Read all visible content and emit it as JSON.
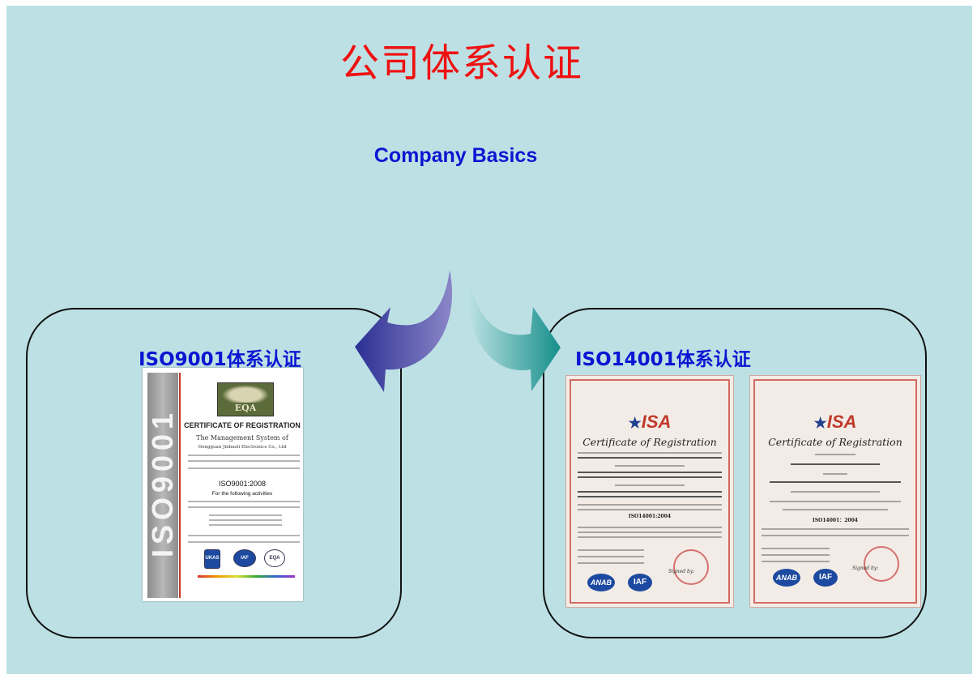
{
  "page": {
    "title": "公司体系认证",
    "subtitle": "Company Basics"
  },
  "panels": {
    "left_label": "ISO9001体系认证",
    "right_label": "ISO14001体系认证"
  },
  "iso9001_certificate": {
    "band_text": "ISO9001",
    "logo_text": "EQA",
    "heading": "CERTIFICATE OF REGISTRATION",
    "management_line": "The Management System of",
    "company": "Dongguan Jinbaoli Electronics Co., Ltd",
    "standard": "ISO9001:2008",
    "activities": "For the following activities",
    "badges": [
      "UKAS",
      "IAF",
      "EQA"
    ]
  },
  "iso14001_certificates": [
    {
      "logo": "ISA",
      "heading": "Certificate of Registration",
      "standard": "ISO14001:2004",
      "accreditation": [
        "ANAB",
        "IAF"
      ],
      "signed_by": "Signed by:"
    },
    {
      "logo": "ISA",
      "heading": "Certificate of Registration",
      "standard": "ISO14001：2004",
      "accreditation": [
        "ANAB",
        "IAF"
      ],
      "signed_by": "Signed by:"
    }
  ],
  "colors": {
    "background": "#bde0e4",
    "title": "#ee1111",
    "labels": "#0b16d2",
    "arrow_left": "#3b3a9e",
    "arrow_right": "#1f9a96"
  }
}
